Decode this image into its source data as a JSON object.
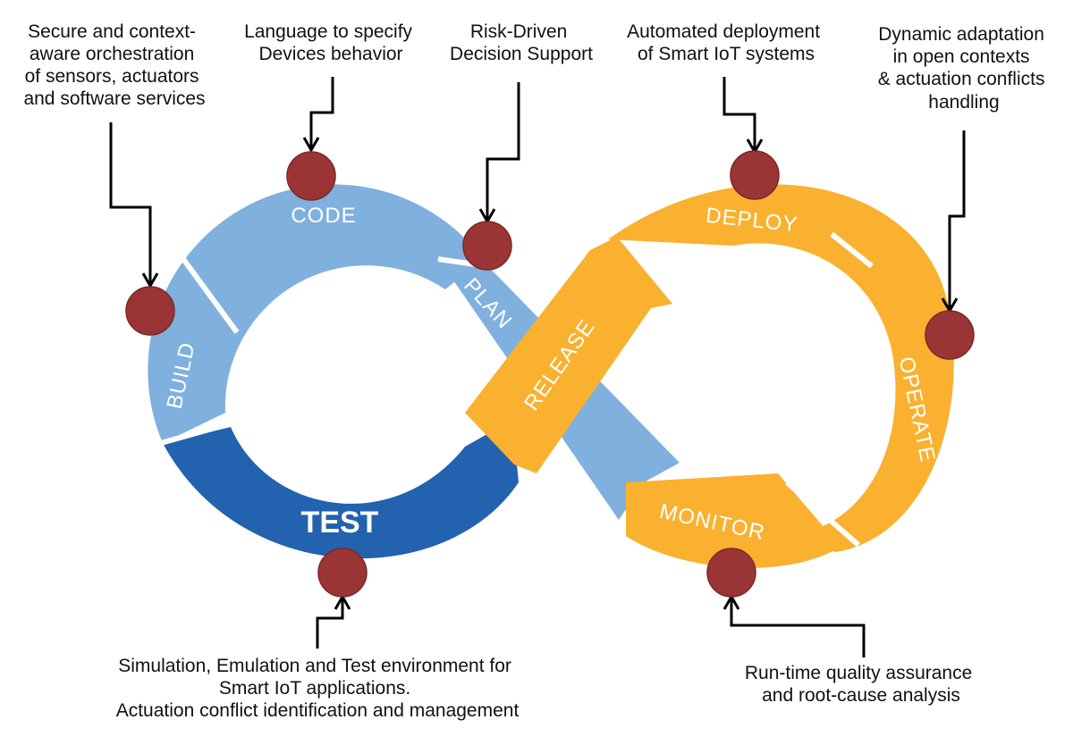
{
  "stages": {
    "code": "CODE",
    "plan": "PLAN",
    "build": "BUILD",
    "test": "TEST",
    "release": "RELEASE",
    "deploy": "DEPLOY",
    "operate": "OPERATE",
    "monitor": "MONITOR"
  },
  "annotations": {
    "orchestration": [
      "Secure and context-",
      "aware orchestration",
      "of sensors, actuators",
      "and software services"
    ],
    "language": [
      "Language to specify",
      "Devices behavior"
    ],
    "risk": [
      "Risk-Driven",
      "Decision Support"
    ],
    "deployment": [
      "Automated deployment",
      "of Smart IoT systems"
    ],
    "adaptation": [
      "Dynamic adaptation",
      "in open contexts",
      "& actuation conflicts",
      "handling"
    ],
    "simulation": [
      "Simulation, Emulation and Test environment for",
      "Smart IoT applications.",
      "Actuation conflict identification and management"
    ],
    "runtime": [
      "Run-time quality assurance",
      "and root-cause analysis"
    ]
  },
  "colors": {
    "light_blue": "#7fb0de",
    "dark_blue": "#2262ae",
    "orange": "#f9b12f",
    "marker": "#9b3535"
  }
}
